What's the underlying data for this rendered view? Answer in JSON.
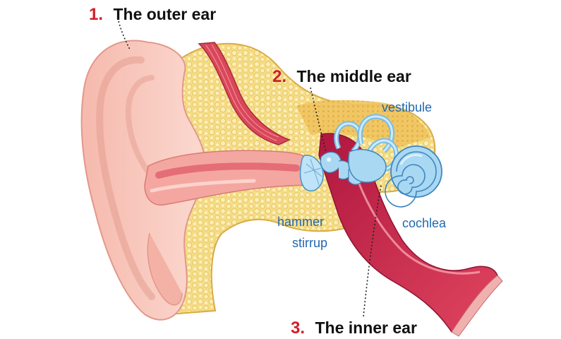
{
  "sections": [
    {
      "number": "1.",
      "title": "The outer ear"
    },
    {
      "number": "2.",
      "title": "The middle ear"
    },
    {
      "number": "3.",
      "title": "The inner ear"
    }
  ],
  "parts": {
    "vestibule": "vestibule",
    "hammer": "hammer",
    "stirrup": "stirrup",
    "cochlea": "cochlea"
  },
  "colors": {
    "label_number": "#d0202a",
    "label_title": "#111111",
    "part_label": "#1f68b0",
    "skin": "#f7c6bd",
    "bone": "#f2d77a",
    "canal": "#e05a6a",
    "tube": "#c21d4c",
    "inner_ear": "#a9d8f2"
  }
}
